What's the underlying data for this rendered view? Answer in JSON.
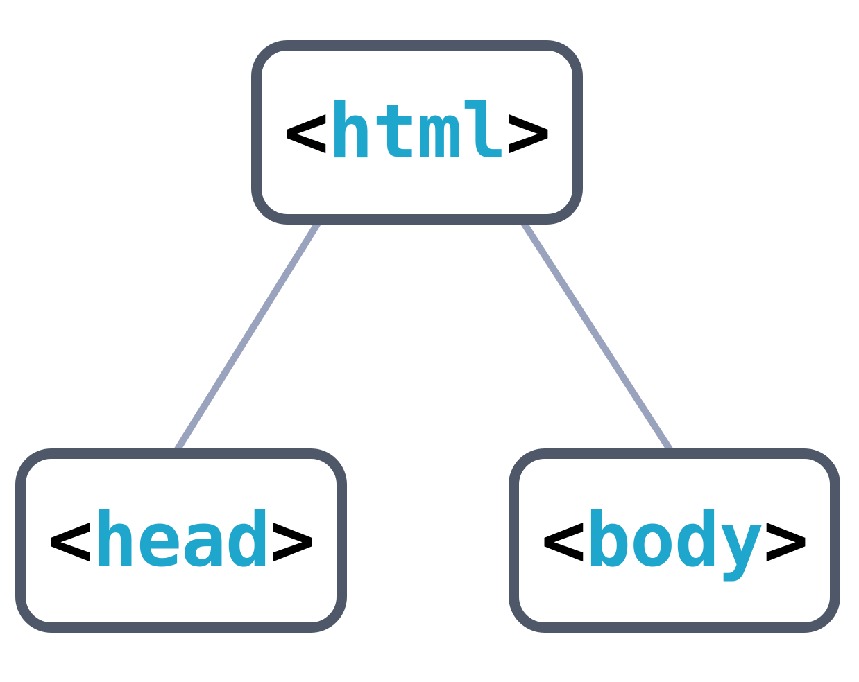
{
  "diagram": {
    "nodes": [
      {
        "id": "html",
        "open": "<",
        "name": "html",
        "close": ">"
      },
      {
        "id": "head",
        "open": "<",
        "name": "head",
        "close": ">"
      },
      {
        "id": "body",
        "open": "<",
        "name": "body",
        "close": ">"
      }
    ],
    "edges": [
      {
        "from": "html",
        "to": "head"
      },
      {
        "from": "html",
        "to": "body"
      }
    ]
  },
  "colors": {
    "node_border": "#4f5869",
    "node_fill": "#ffffff",
    "edge": "#9aa3bd",
    "bracket": "#000000",
    "tag_name": "#1fa6cc"
  }
}
